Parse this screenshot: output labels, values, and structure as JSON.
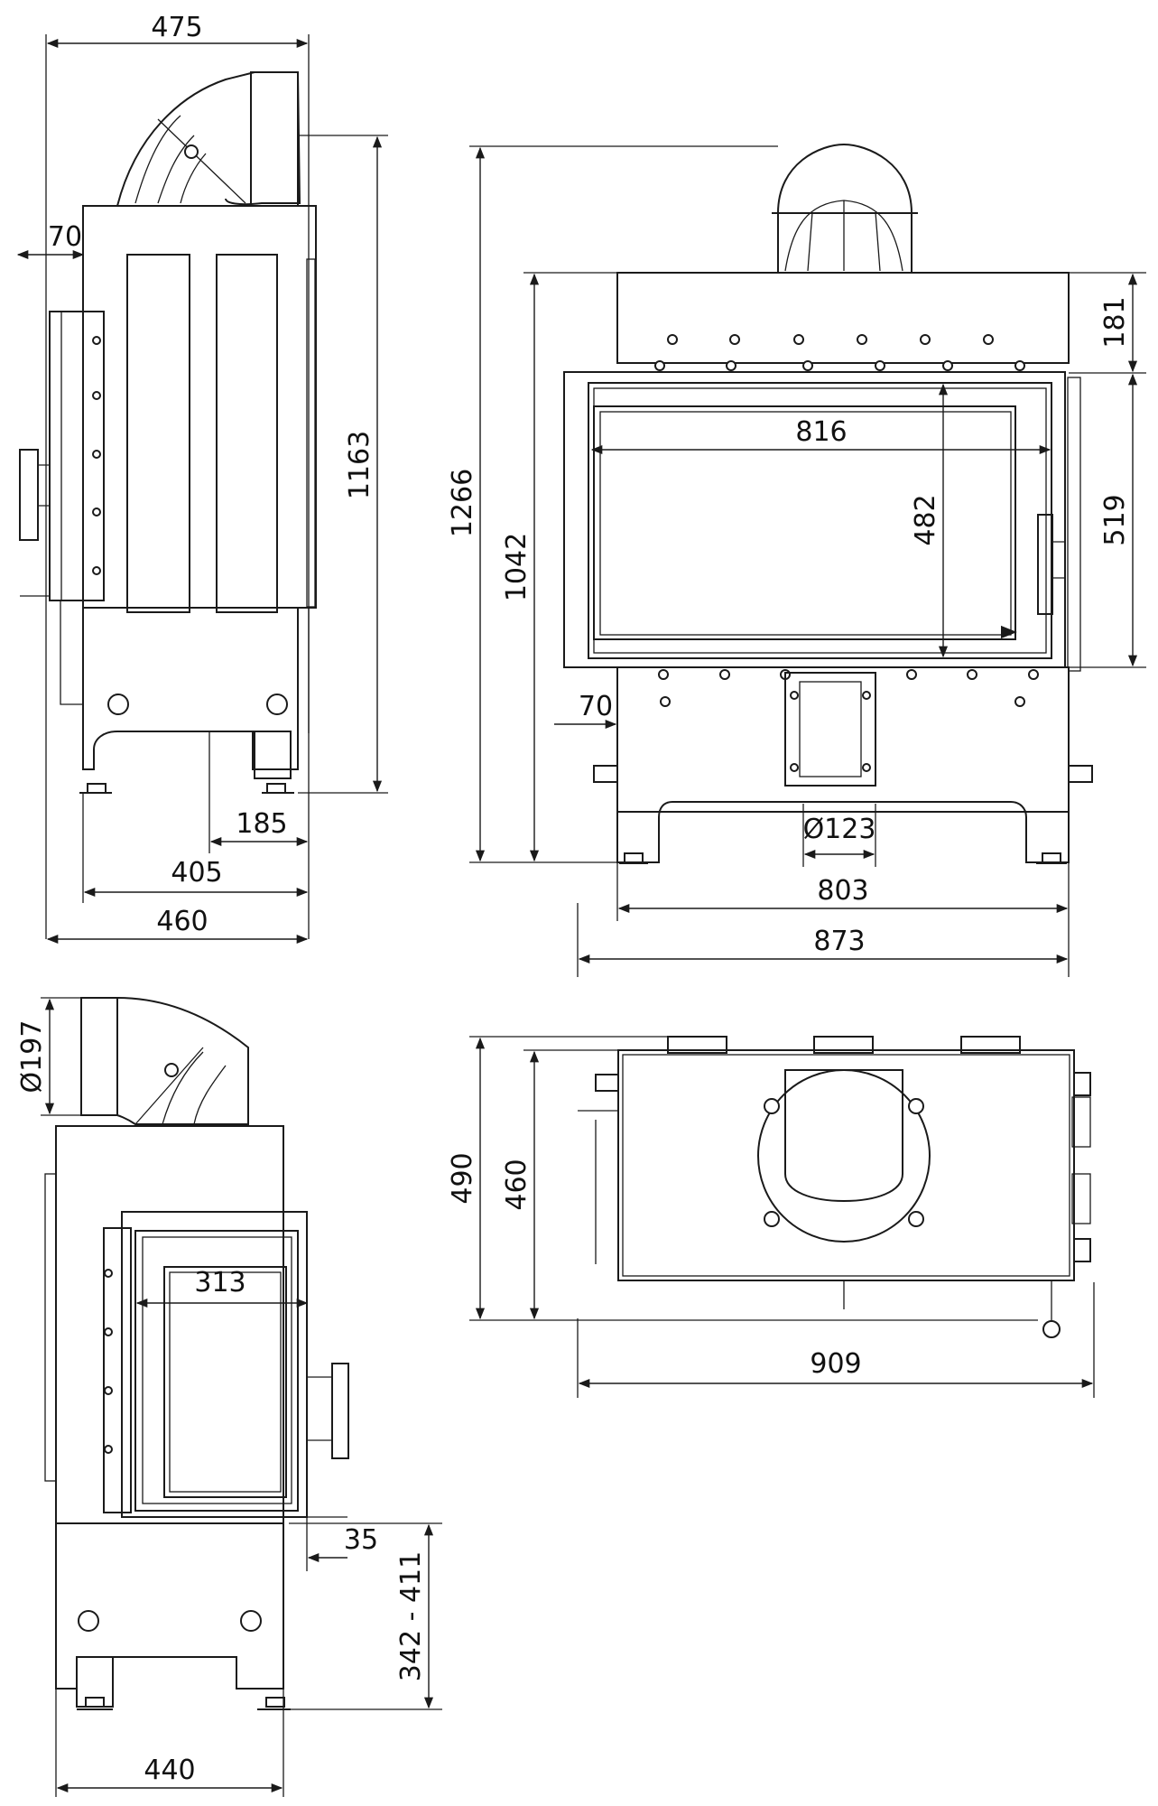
{
  "views": {
    "side_left": {
      "top_width": "475",
      "offset": "70",
      "height": "1163",
      "leg_gap": "185",
      "body_depth": "405",
      "total_depth": "460"
    },
    "front": {
      "overall_height": "1266",
      "body_height": "1042",
      "top_offset": "181",
      "door_height": "519",
      "glass_width": "816",
      "glass_height": "482",
      "leg_offset": "70",
      "inlet_diameter": "Ø123",
      "inner_width": "803",
      "outer_width": "873"
    },
    "side_right": {
      "outlet_diameter": "Ø197",
      "glass_width": "313",
      "door_offset": "35",
      "leg_height": "342 - 411",
      "total_depth": "440"
    },
    "top": {
      "outer_depth": "490",
      "body_depth": "460",
      "total_width": "909"
    }
  }
}
